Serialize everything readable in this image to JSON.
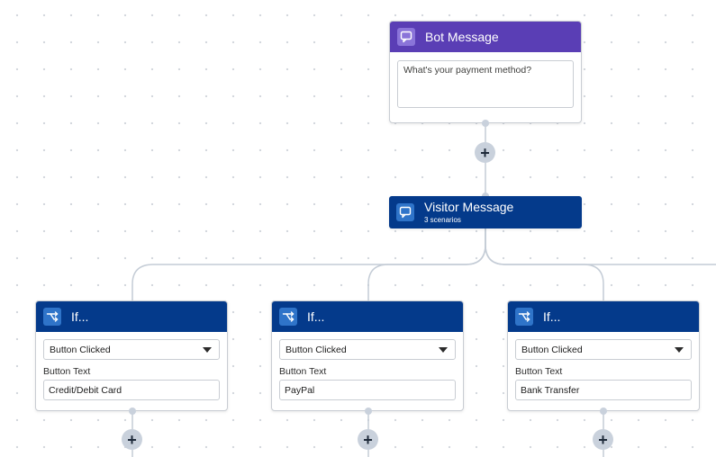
{
  "canvas": {
    "dot_color": "#d4d8de",
    "connector_color": "#c4ccd6"
  },
  "bot_message": {
    "title": "Bot Message",
    "icon": "chat-bubble-icon",
    "header_color": "#5a3eb5",
    "message": "What's your payment method?"
  },
  "add_button_label": "+",
  "visitor_message": {
    "title": "Visitor Message",
    "subtitle": "3 scenarios",
    "icon": "chat-bubble-icon",
    "header_color": "#043a8b"
  },
  "branches": [
    {
      "title": "If...",
      "icon": "branch-icon",
      "condition": "Button Clicked",
      "field_label": "Button Text",
      "value": "Credit/Debit Card"
    },
    {
      "title": "If...",
      "icon": "branch-icon",
      "condition": "Button Clicked",
      "field_label": "Button Text",
      "value": "PayPal"
    },
    {
      "title": "If...",
      "icon": "branch-icon",
      "condition": "Button Clicked",
      "field_label": "Button Text",
      "value": "Bank Transfer"
    }
  ]
}
